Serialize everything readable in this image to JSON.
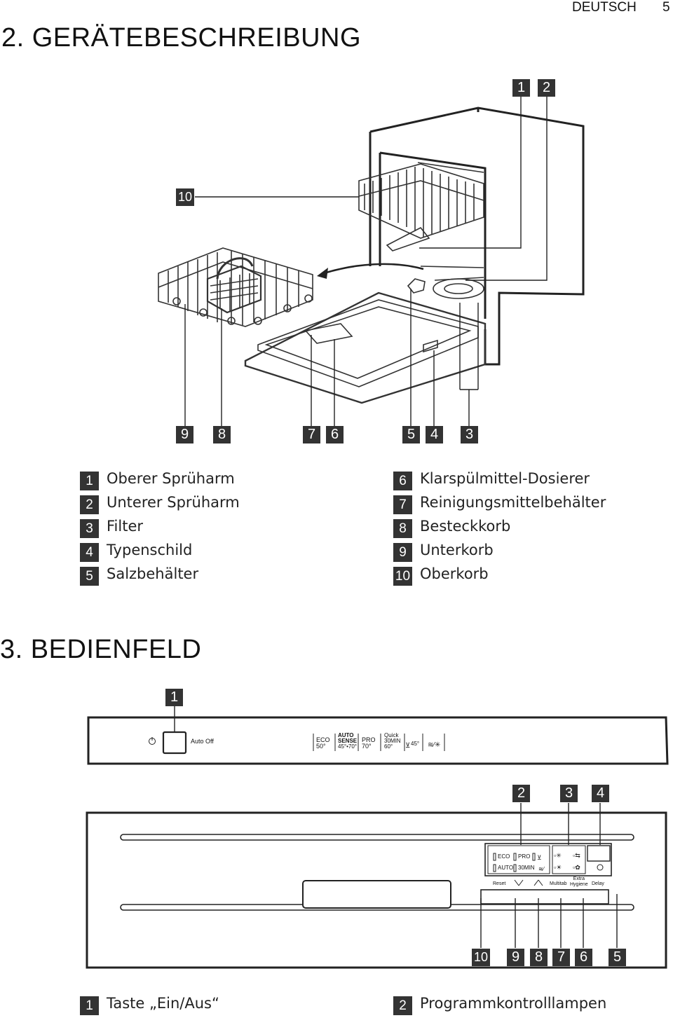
{
  "header": {
    "language": "DEUTSCH",
    "page_number": "5"
  },
  "section2": {
    "title": "2. GERÄTEBESCHREIBUNG",
    "callouts_top": [
      "1",
      "2"
    ],
    "callout_left": "10",
    "callouts_bottom": [
      "9",
      "8",
      "7",
      "6",
      "5",
      "4",
      "3"
    ],
    "legend_left": [
      {
        "num": "1",
        "label": "Oberer Sprüharm"
      },
      {
        "num": "2",
        "label": "Unterer Sprüharm"
      },
      {
        "num": "3",
        "label": "Filter"
      },
      {
        "num": "4",
        "label": "Typenschild"
      },
      {
        "num": "5",
        "label": "Salzbehälter"
      }
    ],
    "legend_right": [
      {
        "num": "6",
        "label": "Klarspülmittel-Dosierer"
      },
      {
        "num": "7",
        "label": "Reinigungsmittelbehälter"
      },
      {
        "num": "8",
        "label": "Besteckkorb"
      },
      {
        "num": "9",
        "label": "Unterkorb"
      },
      {
        "num": "10",
        "label": "Oberkorb"
      }
    ]
  },
  "section3": {
    "title": "3. BEDIENFELD",
    "callout_top": "1",
    "upper_panel": {
      "auto_off": "Auto Off",
      "programs": [
        {
          "l1": "ECO",
          "l2": "50°"
        },
        {
          "l1": "AUTO",
          "l1b": "SENSE",
          "l2": "45°•70°"
        },
        {
          "l1": "PRO",
          "l2": "70°"
        },
        {
          "l1": "Quick",
          "l1b": "30MIN",
          "l2": "60°"
        }
      ],
      "glass_label": "45°"
    },
    "callouts_panel": [
      "2",
      "3",
      "4"
    ],
    "lower_panel": {
      "lamps_row1": [
        "ECO",
        "PRO"
      ],
      "lamps_row2": [
        "AUTO",
        "30MIN"
      ],
      "buttons": [
        "Reset",
        "Multitab",
        "Extra Hygiene",
        "Delay"
      ],
      "extra_line1": "Extra",
      "extra_line2": "Hygiene"
    },
    "callouts_bottom": [
      "10",
      "9",
      "8",
      "7",
      "6",
      "5"
    ],
    "legend": [
      {
        "num": "1",
        "label": "Taste „Ein/Aus“"
      },
      {
        "num": "2",
        "label": "Programmkontrolllampen"
      }
    ]
  }
}
